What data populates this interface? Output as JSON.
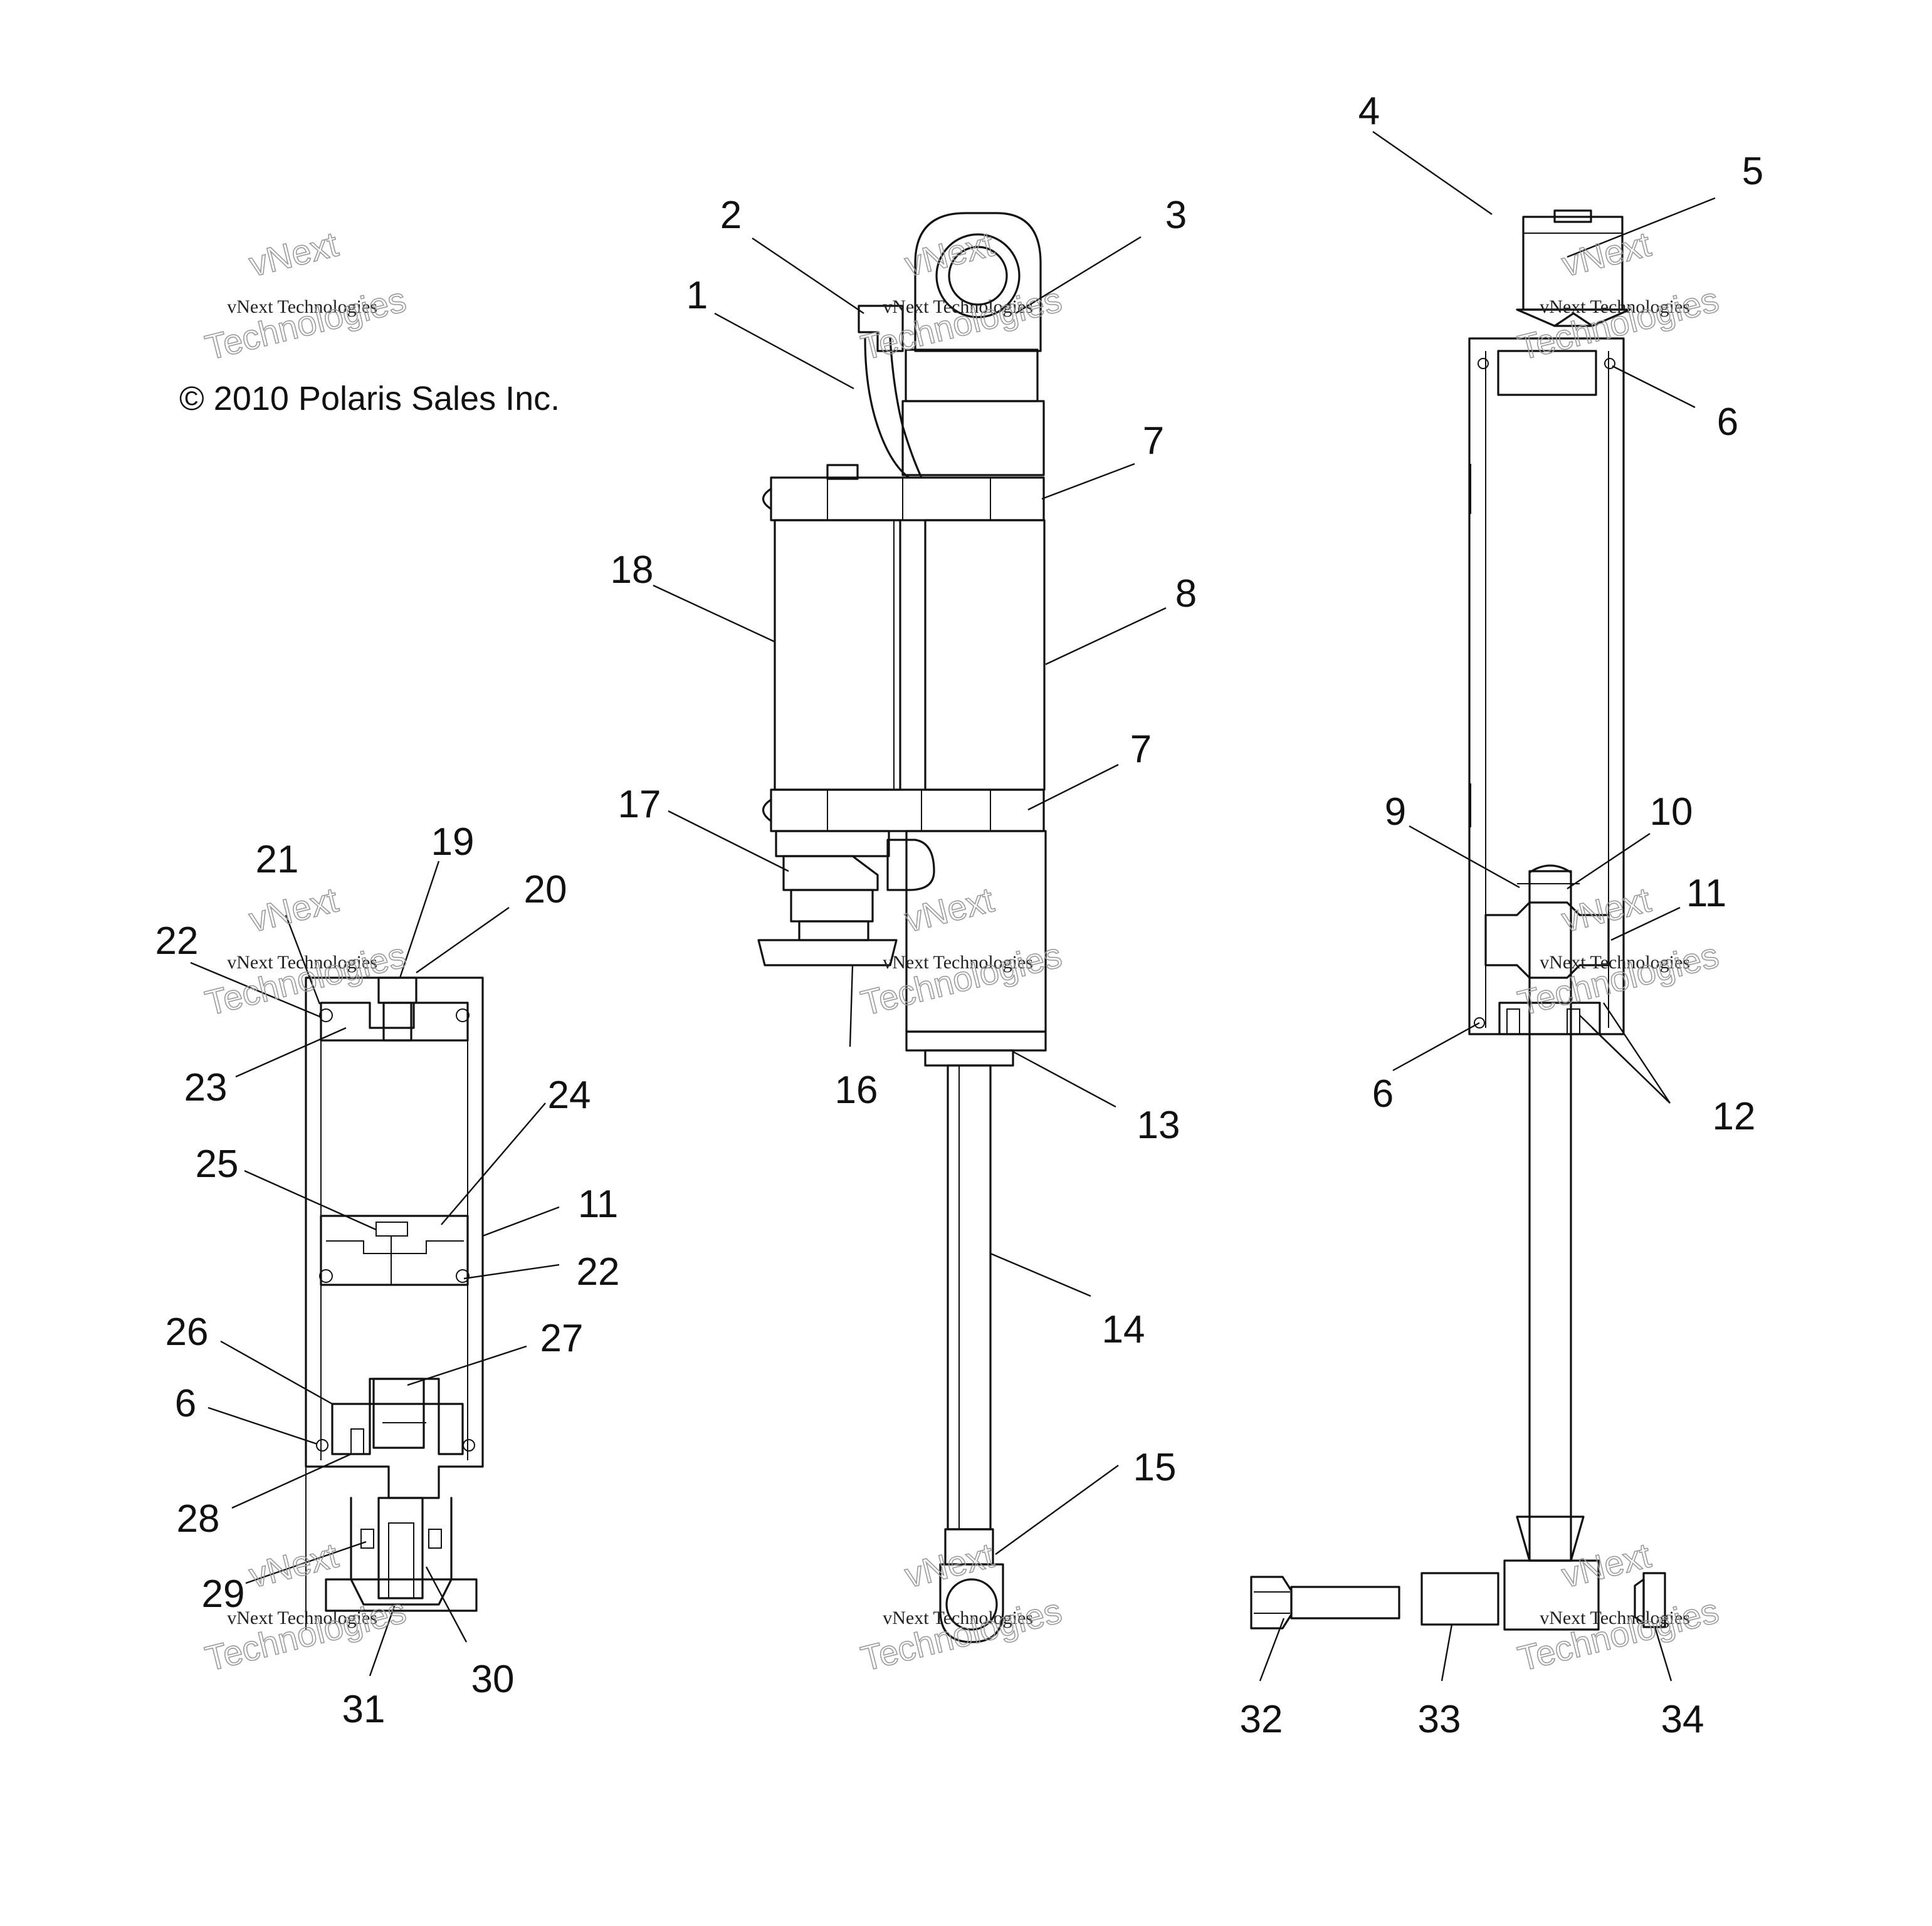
{
  "copyright": "© 2010 Polaris Sales Inc.",
  "watermark": {
    "top_line": "vNext",
    "mid_line": "vNext Technologies",
    "bottom_line": "Technologies"
  },
  "callouts": [
    "1",
    "2",
    "3",
    "4",
    "5",
    "6",
    "7",
    "8",
    "9",
    "10",
    "11",
    "12",
    "13",
    "14",
    "15",
    "16",
    "17",
    "18",
    "19",
    "20",
    "21",
    "22",
    "23",
    "24",
    "25",
    "26",
    "27",
    "28",
    "29",
    "30",
    "31",
    "32",
    "33",
    "34"
  ]
}
